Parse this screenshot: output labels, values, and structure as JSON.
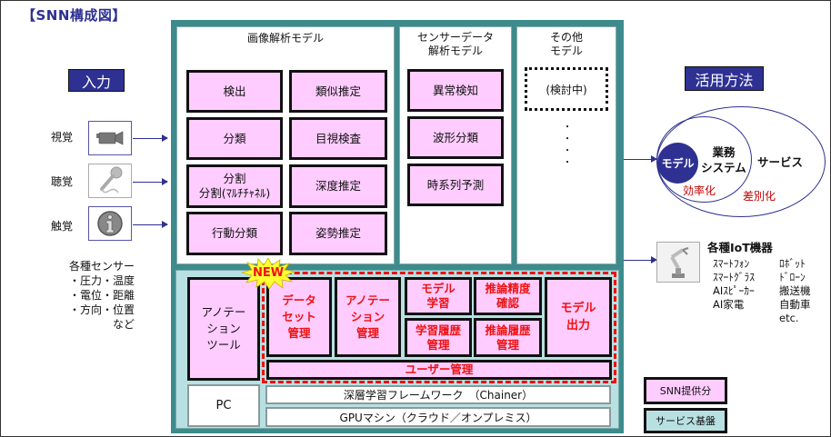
{
  "title": "【SNN構成図】",
  "input": {
    "label": "入力",
    "senses": [
      {
        "label": "視覚",
        "icon": "video-camera-icon"
      },
      {
        "label": "聴覚",
        "icon": "microphone-icon"
      },
      {
        "label": "触覚",
        "icon": "info-icon"
      }
    ],
    "sensors": [
      "各種センサー",
      "・圧力・温度",
      "・電位・距離",
      "・方向・位置",
      "など"
    ]
  },
  "models": {
    "image": {
      "title": "画像解析モデル",
      "items": [
        "検出",
        "類似推定",
        "分類",
        "目視検査",
        "分割\n分割(ﾏﾙﾁﾁｬﾈﾙ)",
        "深度推定",
        "行動分類",
        "姿勢推定"
      ]
    },
    "sensor": {
      "title_line1": "センサーデータ",
      "title_line2": "解析モデル",
      "items": [
        "異常検知",
        "波形分類",
        "時系列予測"
      ]
    },
    "other": {
      "title_line1": "その他",
      "title_line2": "モデル",
      "placeholder": "(検討中)",
      "ellipsis": "・"
    }
  },
  "tools": {
    "new_badge": "NEW",
    "annotation_tool": "アノテー\nション\nツール",
    "dataset_mgmt": "データ\nセット\n管理",
    "annotation_mgmt": "アノテー\nション\n管理",
    "model_training": "モデル\n学習",
    "accuracy_check": "推論精度\n確認",
    "training_history": "学習履歴\n管理",
    "inference_history": "推論履歴\n管理",
    "model_output": "モデル\n出力",
    "user_mgmt": "ユーザー管理"
  },
  "infra": {
    "pc": "PC",
    "framework": "深層学習フレームワーク　（Chainer）",
    "gpu": "GPUマシン（クラウド／オンプレミス）"
  },
  "usage": {
    "label": "活用方法",
    "model": "モデル",
    "business_line1": "業務",
    "business_line2": "システム",
    "service": "サービス",
    "efficiency": "効率化",
    "differentiation": "差別化"
  },
  "iot": {
    "title": "各種IoT機器",
    "col1": [
      "ｽﾏｰﾄﾌｫﾝ",
      "ｽﾏｰﾄｸﾞﾗｽ",
      "AIｽﾋﾟｰｶｰ",
      "AI家電"
    ],
    "col2": [
      "ﾛﾎﾞｯﾄ",
      "ﾄﾞﾛｰﾝ",
      "搬送機",
      "自動車",
      "etc."
    ]
  },
  "legend": {
    "snn": "SNN提供分",
    "service_base": "サービス基盤"
  },
  "colors": {
    "navy": "#2e3192",
    "teal": "#3d8b8d",
    "light_teal": "#b8e0e2",
    "pink": "#ffccff",
    "red": "#ee1111",
    "dark_red": "#c00000"
  }
}
